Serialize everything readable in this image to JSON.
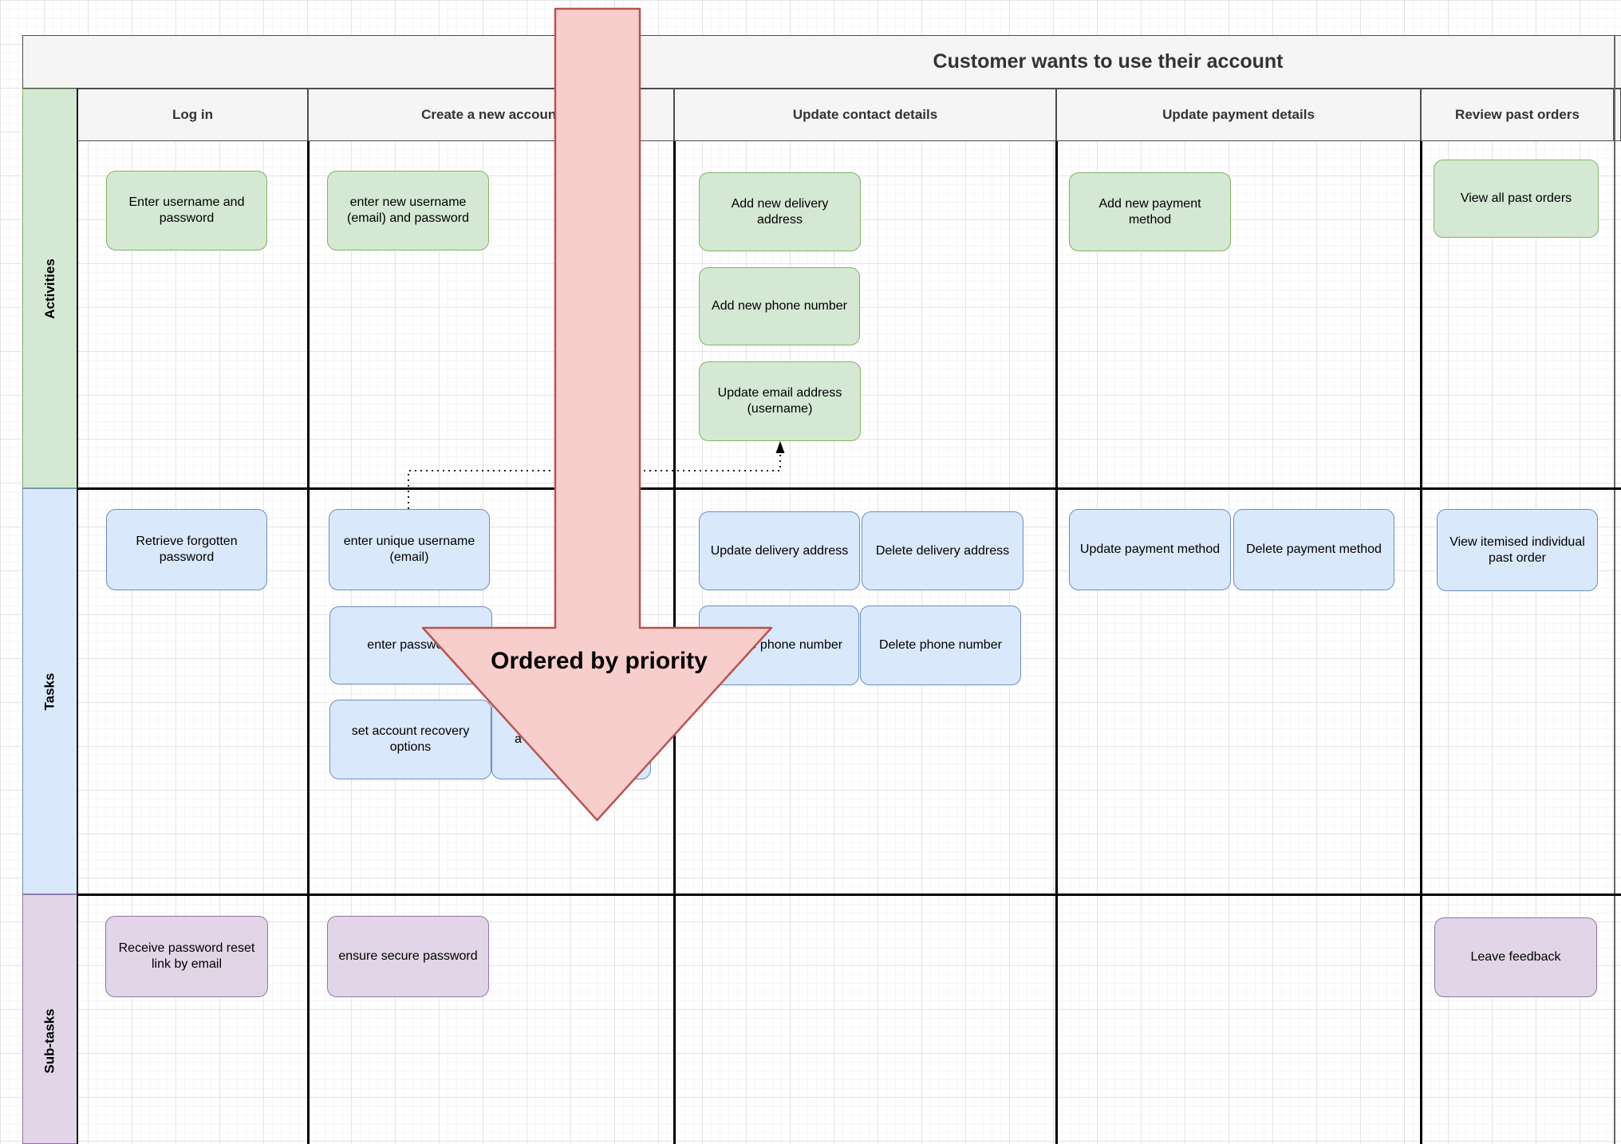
{
  "diagram": {
    "epic_title": "Customer wants to use their account",
    "annotation_arrow": {
      "label": "Ordered by priority"
    },
    "row_bands": [
      {
        "label": "Activities"
      },
      {
        "label": "Tasks"
      },
      {
        "label": "Sub-tasks"
      }
    ],
    "columns": [
      {
        "header": "Log in",
        "activities": [
          "Enter username and password"
        ],
        "tasks": [
          "Retrieve forgotten password"
        ],
        "subtasks": [
          "Receive password reset link by email"
        ]
      },
      {
        "header": "Create a new account",
        "activities": [
          "enter new username (email) and password"
        ],
        "tasks": [
          "enter unique username (email)",
          "enter password",
          "set account recovery options",
          "a"
        ],
        "subtasks": [
          "ensure secure password"
        ]
      },
      {
        "header": "Update contact details",
        "activities": [
          "Add new delivery address",
          "Add new phone number",
          "Update email address (username)"
        ],
        "tasks": [
          "Update delivery address",
          "Delete delivery address",
          "Update phone number",
          "Delete phone number"
        ],
        "subtasks": []
      },
      {
        "header": "Update payment details",
        "activities": [
          "Add new payment method"
        ],
        "tasks": [
          "Update payment method",
          "Delete payment method"
        ],
        "subtasks": []
      },
      {
        "header": "Review past orders",
        "activities": [
          "View all past orders"
        ],
        "tasks": [
          "View itemised individual past order"
        ],
        "subtasks": [
          "Leave feedback"
        ]
      }
    ],
    "colors": {
      "activity_fill": "#d5e8d4",
      "activity_stroke": "#82b366",
      "task_fill": "#dae8fc",
      "task_stroke": "#6c8ebf",
      "subtask_fill": "#e1d5e7",
      "subtask_stroke": "#9673a6",
      "arrow_fill": "#f8cecc",
      "arrow_stroke": "#b85450",
      "header_fill": "#f5f5f5"
    }
  }
}
